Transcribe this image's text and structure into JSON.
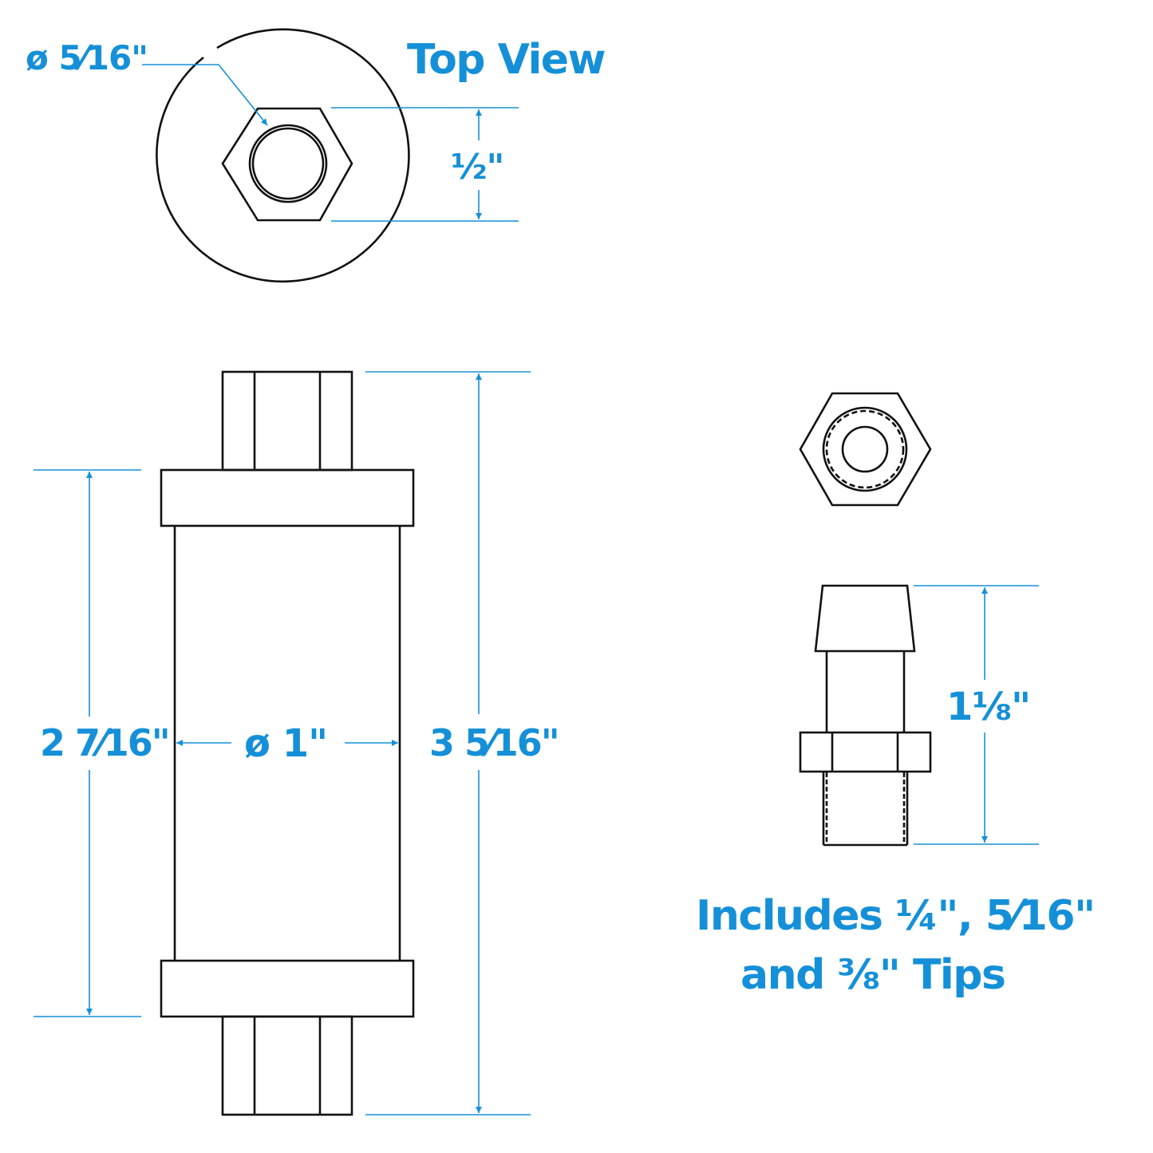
{
  "colors": {
    "accent": "#1590d8",
    "line": "#111111",
    "background": "#ffffff"
  },
  "top_view": {
    "title": "Top View",
    "bore_diameter_label": "ø 5⁄16\"",
    "hex_height_label": "½\""
  },
  "main_body": {
    "body_length_label": "2 7⁄16\"",
    "diameter_label": "ø 1\"",
    "overall_length_label": "3 5⁄16\""
  },
  "tip": {
    "length_label": "1⅛\""
  },
  "caption": {
    "line1": "Includes ¼\", 5⁄16\"",
    "line2": "and ⅜\" Tips"
  }
}
